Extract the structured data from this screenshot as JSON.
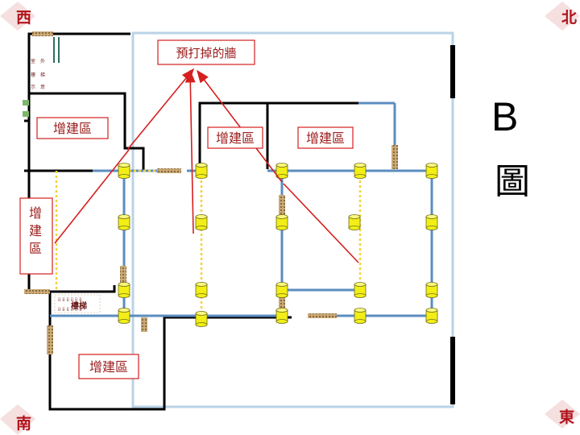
{
  "compass": {
    "west": "西",
    "north": "北",
    "south": "南",
    "east": "東"
  },
  "title": {
    "letter": "B",
    "char": "圖"
  },
  "wall_note": "預打掉的牆",
  "zones": {
    "top_left": "增建區",
    "middle": "增建區",
    "right": "增建區",
    "left_vertical": "增建區",
    "bottom": "增建區"
  },
  "stairs": "樓梯",
  "small_note": "室 外 樓 梯 示 意",
  "colors": {
    "compass_accent": "#b0121b",
    "annotation_red": "#d61f1f",
    "beam_blue": "#5b8dbf",
    "column_yellow": "#f2ee16",
    "outline_light_blue": "#b9d3e6",
    "wall_black": "#000000"
  }
}
